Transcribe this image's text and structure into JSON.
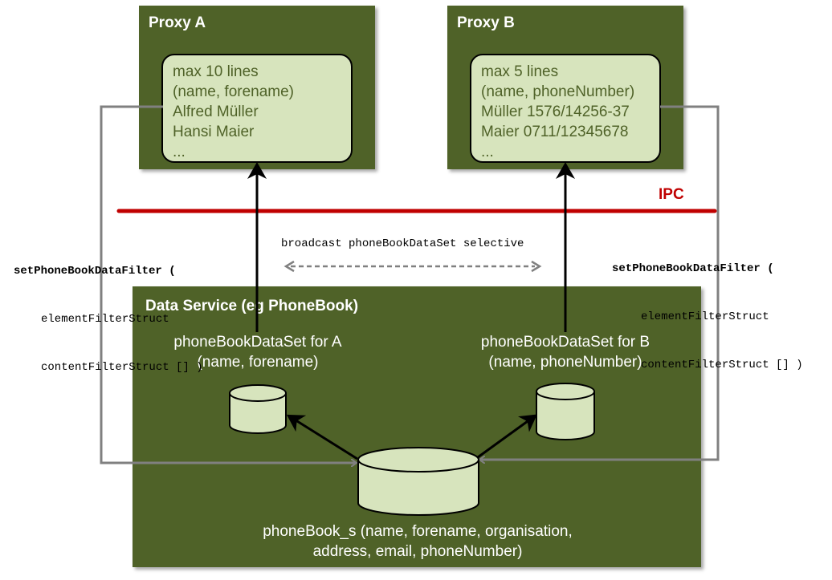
{
  "proxy_a": {
    "title": "Proxy A",
    "lines": [
      "max 10 lines",
      "(name, forename)",
      "Alfred Müller",
      "Hansi Maier",
      "..."
    ]
  },
  "proxy_b": {
    "title": "Proxy B",
    "lines": [
      "max 5 lines",
      "(name, phoneNumber)",
      "Müller 1576/14256-37",
      "Maier 0711/12345678",
      "..."
    ]
  },
  "ipc_label": "IPC",
  "left_call": {
    "fn": "setPhoneBookDataFilter (",
    "arg1": "elementFilterStruct",
    "arg2": "contentFilterStruct [] )"
  },
  "right_call": {
    "fn": "setPhoneBookDataFilter (",
    "arg1": "elementFilterStruct",
    "arg2": "contentFilterStruct [] )"
  },
  "broadcast_label": "broadcast phoneBookDataSet selective",
  "data_service": {
    "title": "Data Service (eg PhoneBook)",
    "dataset_a": [
      "phoneBookDataSet for A",
      "(name, forename)"
    ],
    "dataset_b": [
      "phoneBookDataSet for B",
      "(name, phoneNumber)"
    ],
    "source": [
      "phoneBook_s (name, forename, organisation,",
      "address, email, phoneNumber)"
    ]
  },
  "colors": {
    "panel": "#4f6228",
    "inner": "#d7e4bd",
    "ipc": "#c00000",
    "connector": "#808080"
  }
}
